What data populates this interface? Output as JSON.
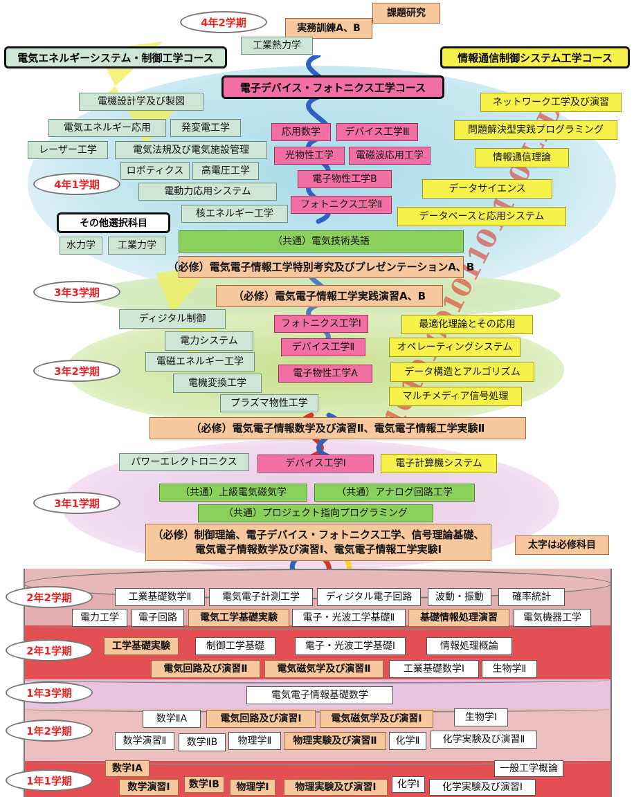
{
  "semesters": {
    "y4s2": "4年2学期",
    "y4s1": "4年1学期",
    "y3s3": "3年3学期",
    "y3s2": "3年2学期",
    "y3s1": "3年1学期",
    "y2s2": "2年2学期",
    "y2s1": "2年1学期",
    "y1s3": "1年3学期",
    "y1s2": "1年2学期",
    "y1s1": "1年1学期"
  },
  "courses": {
    "energy": "電気エネルギーシステム・制御工学コース",
    "info": "情報通信制御システム工学コース",
    "device": "電子デバイス・フォトニクス工学コース",
    "other": "その他選択科目"
  },
  "y4s2": {
    "research": "課題研究",
    "training": "実務訓練A、B",
    "thermo": "工業熱力学"
  },
  "y4s1": {
    "energy": [
      "電機設計学及び製図",
      "電気エネルギー応用",
      "発変電工学",
      "レーザー工学",
      "電気法規及び電気施設管理",
      "ロボティクス",
      "高電圧工学",
      "電動力応用システム",
      "核エネルギー工学"
    ],
    "device": [
      "応用数学",
      "デバイス工学Ⅲ",
      "光物性工学",
      "電磁波応用工学",
      "電子物性工学B",
      "フォトニクス工学Ⅱ"
    ],
    "info": [
      "ネットワーク工学及び演習",
      "問題解決型実践プログラミング",
      "情報通信理論",
      "データサイエンス",
      "データベースと応用システム"
    ],
    "other": [
      "水力学",
      "工業力学"
    ],
    "english": "（共通）電気技術英語",
    "special": "（必修）電気電子情報工学特別考究及びプレゼンテーションA、B"
  },
  "y3s3": {
    "practice": "（必修）電気電子情報工学実践演習A、B"
  },
  "y3s2": {
    "energy": [
      "ディジタル制御",
      "電力システム",
      "電磁エネルギー工学",
      "電機変換工学",
      "プラズマ物性工学"
    ],
    "device": [
      "フォトニクス工学Ⅰ",
      "デバイス工学Ⅱ",
      "電子物性工学A"
    ],
    "info": [
      "最適化理論とその応用",
      "オペレーティングシステム",
      "データ構造とアルゴリズム",
      "マルチメディア信号処理"
    ],
    "required": "（必修）電気電子情報数学及び演習Ⅱ、電気電子情報工学実験Ⅱ"
  },
  "y3s1": {
    "power": "パワーエレクトロニクス",
    "device": "デバイス工学Ⅰ",
    "computer": "電子計算機システム",
    "em": "（共通）上級電気磁気学",
    "analog": "（共通）アナログ回路工学",
    "project": "（共通）プロジェクト指向プログラミング",
    "required1": "（必修）制御理論、電子デバイス・フォトニクス工学、信号理論基礎、",
    "required2": "電気電子情報数学及び演習Ⅰ、電気電子情報工学実験Ⅰ",
    "note": "太字は必修科目"
  },
  "y2s2": {
    "row1": [
      "工業基礎数学Ⅱ",
      "電気電子計測工学",
      "ディジタル電子回路",
      "波動・振動",
      "確率統計"
    ],
    "row2": [
      "電力工学",
      "電子回路",
      "電気工学基礎実験",
      "電子・光波工学基礎Ⅱ",
      "基礎情報処理演習",
      "電気機器工学"
    ]
  },
  "y2s1": {
    "row1": [
      "工学基礎実験",
      "制御工学基礎",
      "電子・光波工学基礎Ⅰ",
      "情報処理概論"
    ],
    "row2": [
      "電気回路及び演習Ⅱ",
      "電気磁気学及び演習Ⅱ",
      "工業基礎数学Ⅰ",
      "生物学Ⅱ"
    ]
  },
  "y1s3": {
    "math": "電気電子情報基礎数学"
  },
  "y1s2": {
    "row1": [
      "数学ⅡA",
      "電気回路及び演習Ⅰ",
      "電気磁気学及び演習Ⅰ",
      "生物学Ⅰ"
    ],
    "row2": [
      "数学演習Ⅱ",
      "数学ⅡB",
      "物理学Ⅱ",
      "物理実験及び演習Ⅱ",
      "化学Ⅱ",
      "化学実験及び演習Ⅱ"
    ]
  },
  "y1s1": {
    "row1": [
      "数学ⅠA",
      "一般工学概論"
    ],
    "row2": [
      "数学演習Ⅰ",
      "数学ⅠB",
      "物理学Ⅰ",
      "物理実験及び演習Ⅰ",
      "化学Ⅰ",
      "化学実験及び演習Ⅰ"
    ]
  },
  "watermark": "1010100101101100 LTD",
  "colors": {
    "required": "#f7c79e",
    "common": "#8bd05a",
    "energy": "#cde6d6",
    "info": "#f7f24a",
    "device": "#f26fa3",
    "semester_text": "#e52424"
  }
}
